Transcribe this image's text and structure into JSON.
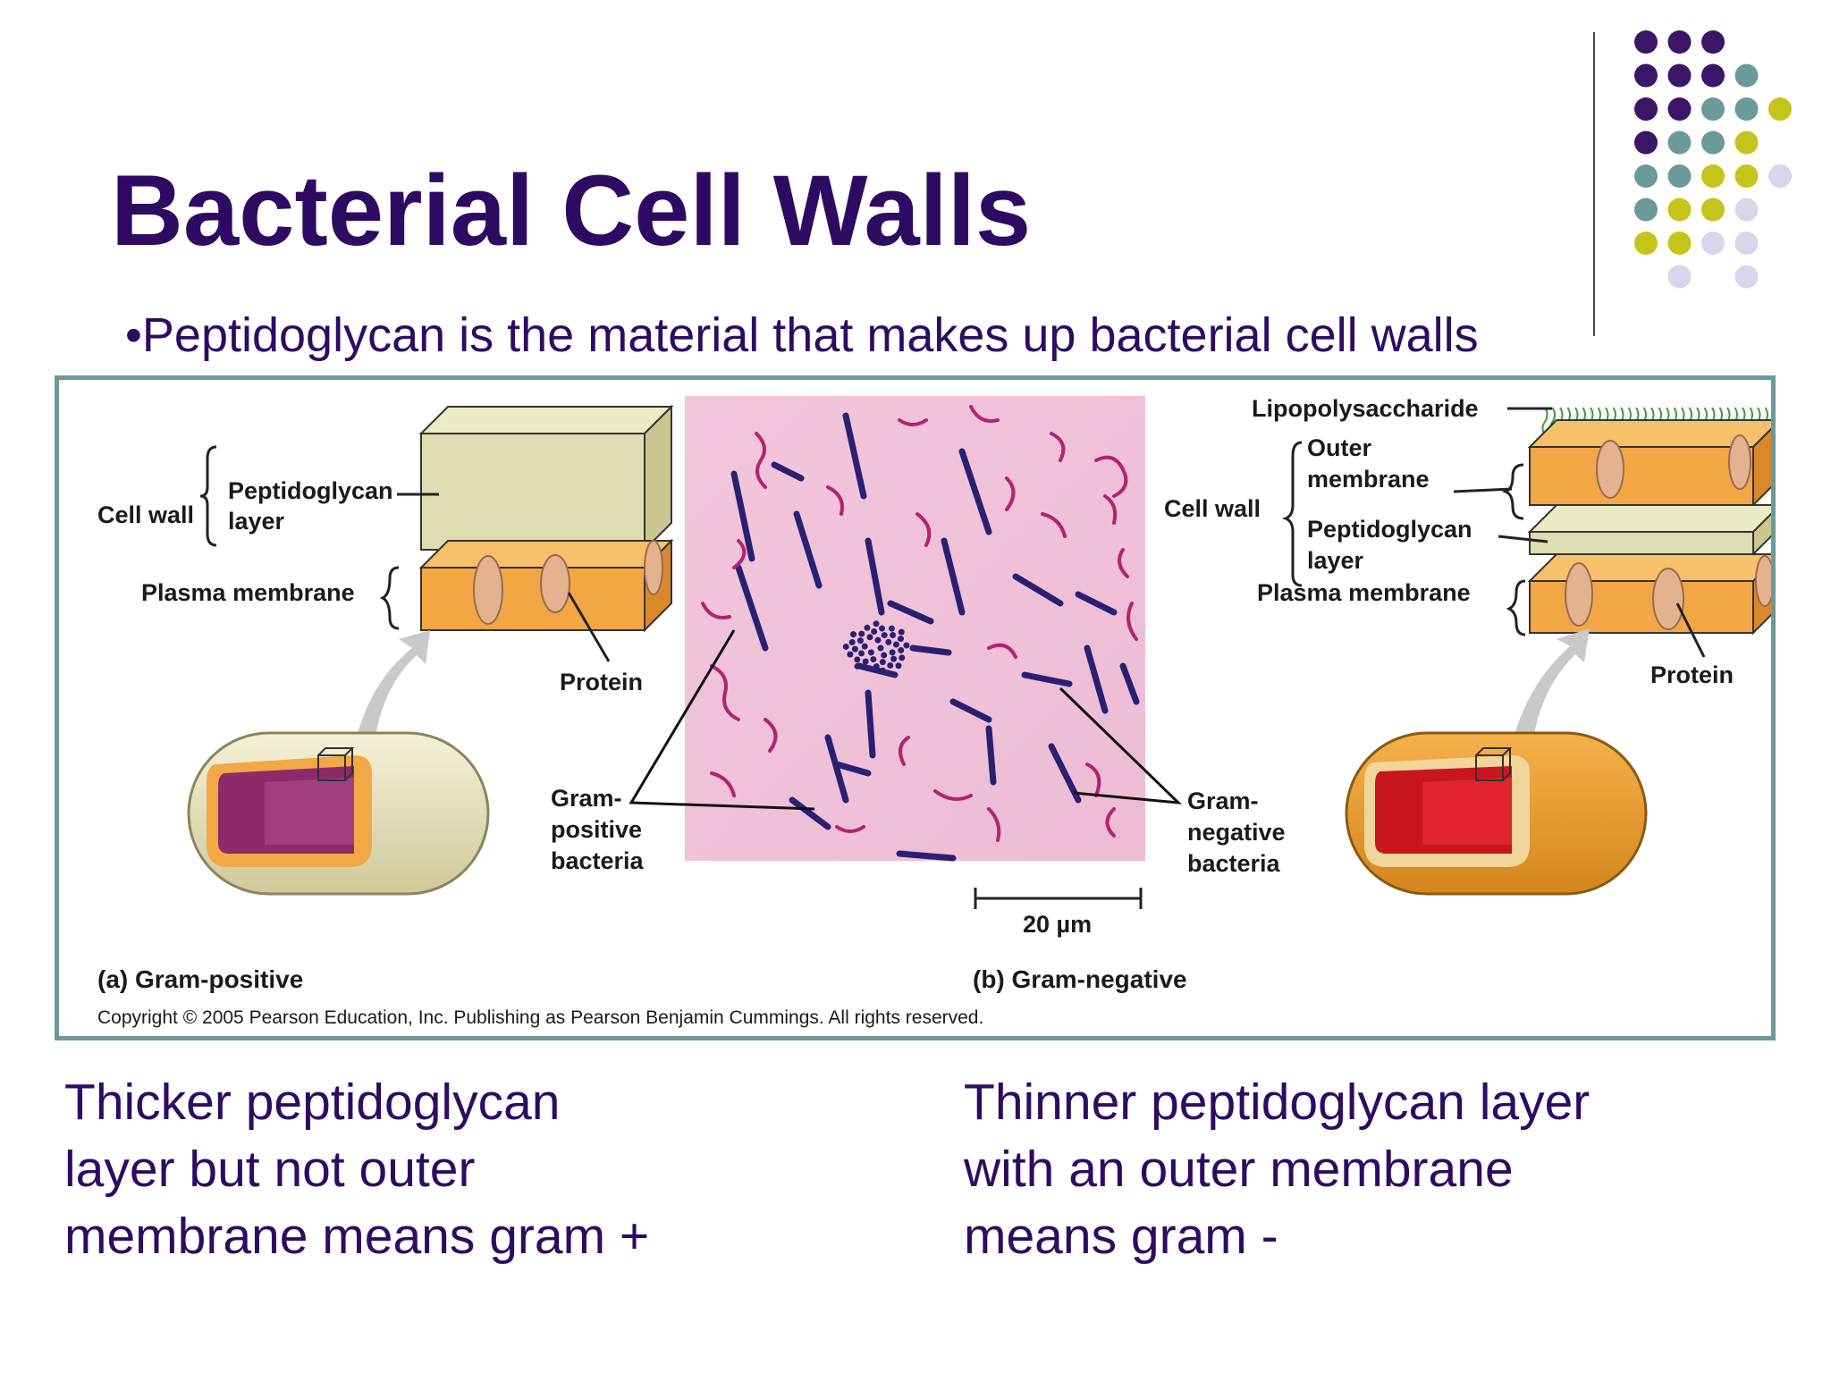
{
  "slide": {
    "title": "Bacterial Cell Walls",
    "bullet": "•Peptidoglycan is the material that makes up bacterial cell walls"
  },
  "figure": {
    "gram_positive": {
      "cell_wall": "Cell wall",
      "peptidoglycan_1": "Peptidoglycan",
      "peptidoglycan_2": "layer",
      "plasma_membrane": "Plasma membrane",
      "protein": "Protein",
      "caption": "(a) Gram-positive"
    },
    "micrograph": {
      "gram_positive_1": "Gram-",
      "gram_positive_2": "positive",
      "gram_positive_3": "bacteria",
      "gram_negative_1": "Gram-",
      "gram_negative_2": "negative",
      "gram_negative_3": "bacteria",
      "scale": "20 µm"
    },
    "gram_negative": {
      "lipopolysaccharide": "Lipopolysaccharide",
      "outer_1": "Outer",
      "outer_2": "membrane",
      "cell_wall": "Cell wall",
      "peptidoglycan_1": "Peptidoglycan",
      "peptidoglycan_2": "layer",
      "plasma_membrane": "Plasma membrane",
      "protein": "Protein",
      "caption": "(b) Gram-negative"
    },
    "copyright": "Copyright © 2005 Pearson Education, Inc. Publishing as Pearson Benjamin Cummings. All rights reserved."
  },
  "captions": {
    "left": [
      "Thicker peptidoglycan",
      "layer but not outer",
      "membrane means gram +"
    ],
    "right": [
      "Thinner peptidoglycan layer",
      "with an outer membrane",
      "means gram -"
    ]
  },
  "colors": {
    "title": "#2e0b63",
    "frame": "#6c9a9b",
    "dot_purple": "#3b1566",
    "dot_teal": "#6c9a9b",
    "dot_olive": "#c4c51a",
    "dot_lavender": "#d8d6ea"
  }
}
